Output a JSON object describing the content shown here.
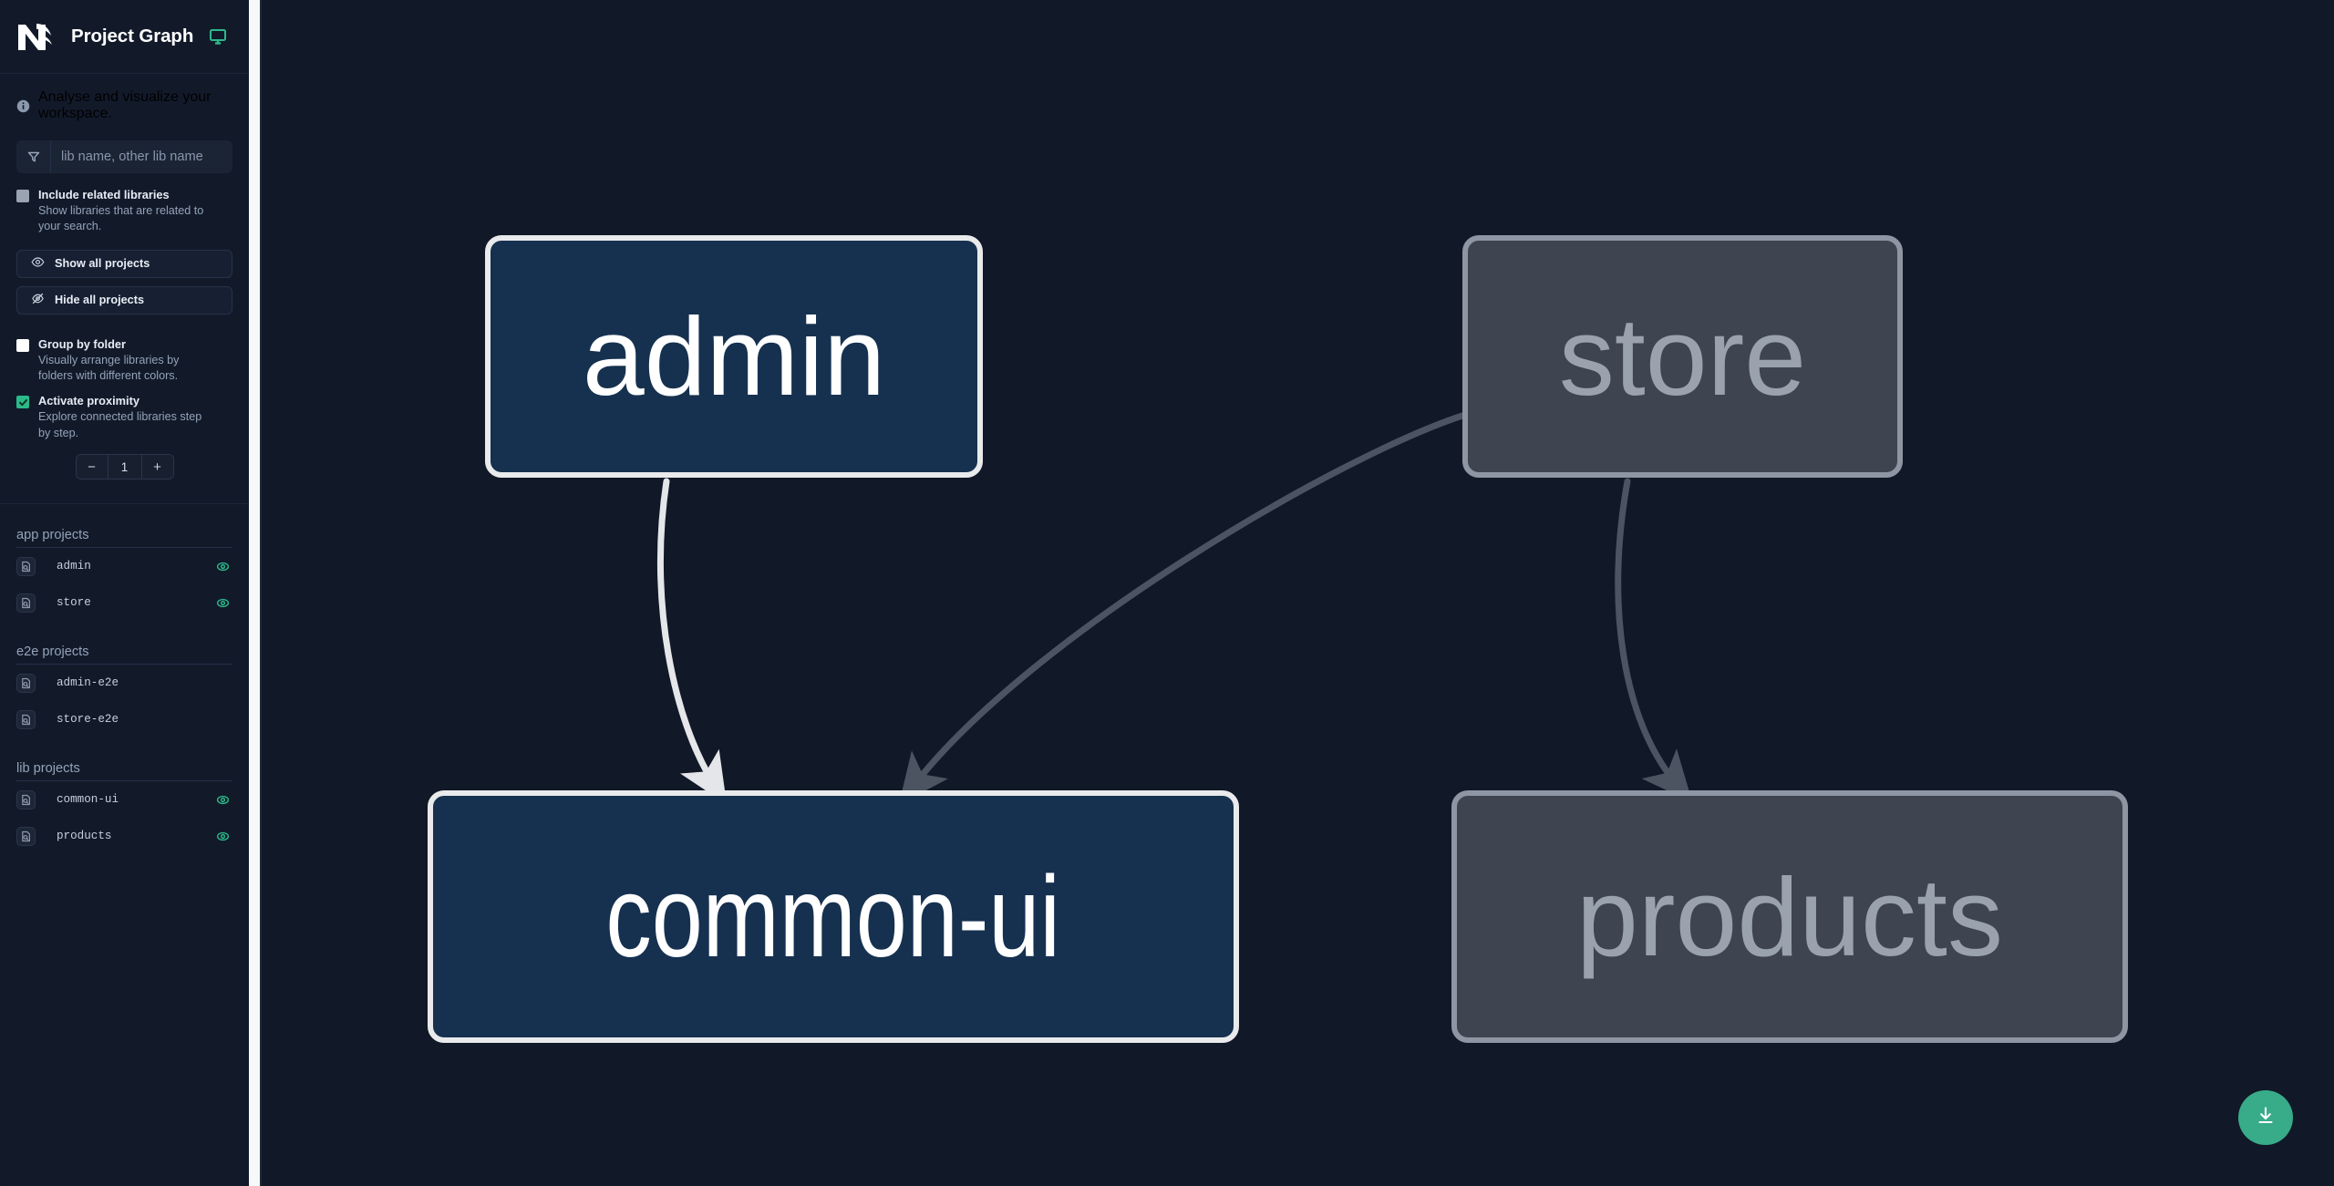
{
  "app": {
    "title": "Project Graph",
    "logo_icon": "nx-logo-icon",
    "monitor_icon": "monitor-icon",
    "tagline": "Analyse and visualize your workspace.",
    "info_icon": "info-icon"
  },
  "search": {
    "placeholder": "lib name, other lib name",
    "value": "",
    "filter_icon": "filter-icon"
  },
  "options": [
    {
      "id": "include-related-libraries",
      "label": "Include related libraries",
      "description": "Show libraries that are related to your search.",
      "checked": false,
      "style": "grey"
    },
    {
      "id": "group-by-folder",
      "label": "Group by folder",
      "description": "Visually arrange libraries by folders with different colors.",
      "checked": false,
      "style": "white"
    },
    {
      "id": "activate-proximity",
      "label": "Activate proximity",
      "description": "Explore connected libraries step by step.",
      "checked": true,
      "style": "green"
    }
  ],
  "buttons": {
    "show_all": {
      "label": "Show all projects",
      "icon": "eye-icon"
    },
    "hide_all": {
      "label": "Hide all projects",
      "icon": "eye-off-icon"
    }
  },
  "stepper": {
    "decrement": "−",
    "value": "1",
    "increment": "+"
  },
  "project_groups": [
    {
      "title": "app projects",
      "items": [
        {
          "name": "admin",
          "icon": "project-file-icon",
          "visible": true,
          "eye_icon": "eye-icon"
        },
        {
          "name": "store",
          "icon": "project-file-icon",
          "visible": true,
          "eye_icon": "eye-icon"
        }
      ]
    },
    {
      "title": "e2e projects",
      "items": [
        {
          "name": "admin-e2e",
          "icon": "project-file-icon",
          "visible": false,
          "eye_icon": ""
        },
        {
          "name": "store-e2e",
          "icon": "project-file-icon",
          "visible": false,
          "eye_icon": ""
        }
      ]
    },
    {
      "title": "lib projects",
      "items": [
        {
          "name": "common-ui",
          "icon": "project-file-icon",
          "visible": true,
          "eye_icon": "eye-icon"
        },
        {
          "name": "products",
          "icon": "project-file-icon",
          "visible": true,
          "eye_icon": "eye-icon"
        }
      ]
    }
  ],
  "graph": {
    "nodes": [
      {
        "id": "admin",
        "label": "admin",
        "state": "focused"
      },
      {
        "id": "store",
        "label": "store",
        "state": "dim"
      },
      {
        "id": "common-ui",
        "label": "common-ui",
        "state": "focused"
      },
      {
        "id": "products",
        "label": "products",
        "state": "dim"
      }
    ],
    "edges": [
      {
        "from": "admin",
        "to": "common-ui",
        "state": "focused"
      },
      {
        "from": "store",
        "to": "common-ui",
        "state": "dim"
      },
      {
        "from": "store",
        "to": "products",
        "state": "dim"
      }
    ]
  },
  "fab": {
    "label": "",
    "icon": "download-icon"
  },
  "colors": {
    "accent_green": "#38ab89",
    "node_focused_fill": "#16314f",
    "node_focused_border": "#e9eaec",
    "node_dim_fill": "#3e4450",
    "node_dim_border": "#8e96a3",
    "canvas_bg": "#111827",
    "sidebar_bg": "#121a2a"
  }
}
